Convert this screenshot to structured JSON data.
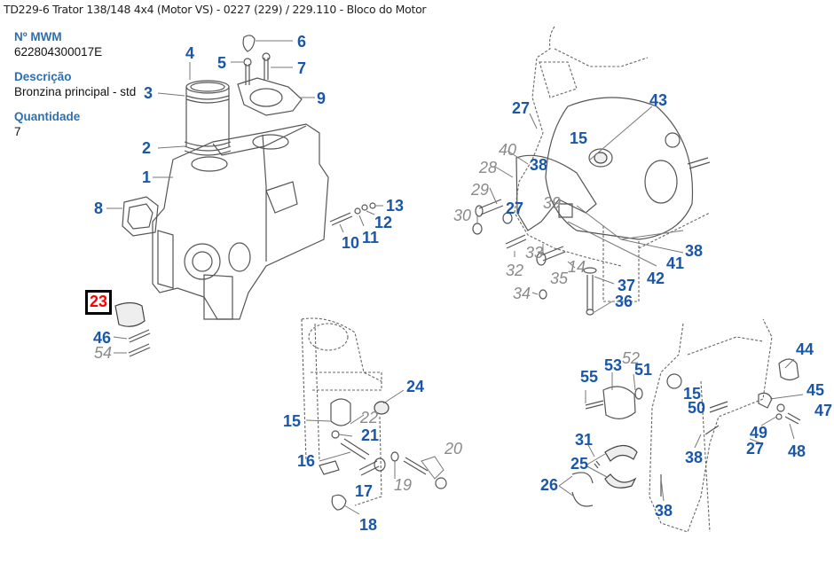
{
  "header": {
    "title": "TD229-6 Trator 138/148 4x4 (Motor VS) - 0227 (229)  /  229.110 - Bloco do Motor"
  },
  "part_info": {
    "mwm_label": "Nº MWM",
    "mwm_value": "622804300017E",
    "description_label": "Descrição",
    "description_value": "Bronzina principal - std",
    "quantity_label": "Quantidade",
    "quantity_value": "7"
  },
  "diagram": {
    "selected_callout": "23",
    "colors": {
      "callout": "#1a57a8",
      "alt_callout": "#8a8a8a",
      "selected": "#ff0000"
    },
    "callouts": [
      {
        "id": "c1",
        "label": "1",
        "style": "main"
      },
      {
        "id": "c2",
        "label": "2",
        "style": "main"
      },
      {
        "id": "c3",
        "label": "3",
        "style": "main"
      },
      {
        "id": "c4",
        "label": "4",
        "style": "main"
      },
      {
        "id": "c5",
        "label": "5",
        "style": "main"
      },
      {
        "id": "c6",
        "label": "6",
        "style": "main"
      },
      {
        "id": "c7",
        "label": "7",
        "style": "main"
      },
      {
        "id": "c8",
        "label": "8",
        "style": "main"
      },
      {
        "id": "c9",
        "label": "9",
        "style": "main"
      },
      {
        "id": "c10",
        "label": "10",
        "style": "main"
      },
      {
        "id": "c11",
        "label": "11",
        "style": "main"
      },
      {
        "id": "c12",
        "label": "12",
        "style": "main"
      },
      {
        "id": "c13",
        "label": "13",
        "style": "main"
      },
      {
        "id": "c23",
        "label": "23",
        "style": "selected"
      },
      {
        "id": "c46",
        "label": "46",
        "style": "main"
      },
      {
        "id": "c54",
        "label": "54",
        "style": "alt"
      },
      {
        "id": "c27a",
        "label": "27",
        "style": "main"
      },
      {
        "id": "c43",
        "label": "43",
        "style": "main"
      },
      {
        "id": "c15a",
        "label": "15",
        "style": "main"
      },
      {
        "id": "c40",
        "label": "40",
        "style": "alt"
      },
      {
        "id": "c38a",
        "label": "38",
        "style": "main"
      },
      {
        "id": "c28",
        "label": "28",
        "style": "alt"
      },
      {
        "id": "c29",
        "label": "29",
        "style": "alt"
      },
      {
        "id": "c30",
        "label": "30",
        "style": "alt"
      },
      {
        "id": "c39",
        "label": "39",
        "style": "alt"
      },
      {
        "id": "c27b",
        "label": "27",
        "style": "main"
      },
      {
        "id": "c38b",
        "label": "38",
        "style": "main"
      },
      {
        "id": "c33",
        "label": "33",
        "style": "alt"
      },
      {
        "id": "c32",
        "label": "32",
        "style": "alt"
      },
      {
        "id": "c41",
        "label": "41",
        "style": "main"
      },
      {
        "id": "c14",
        "label": "14",
        "style": "alt"
      },
      {
        "id": "c35",
        "label": "35",
        "style": "alt"
      },
      {
        "id": "c42",
        "label": "42",
        "style": "main"
      },
      {
        "id": "c37",
        "label": "37",
        "style": "main"
      },
      {
        "id": "c34",
        "label": "34",
        "style": "alt"
      },
      {
        "id": "c36",
        "label": "36",
        "style": "main"
      },
      {
        "id": "c24",
        "label": "24",
        "style": "main"
      },
      {
        "id": "c15b",
        "label": "15",
        "style": "main"
      },
      {
        "id": "c22",
        "label": "22",
        "style": "alt"
      },
      {
        "id": "c21",
        "label": "21",
        "style": "main"
      },
      {
        "id": "c20",
        "label": "20",
        "style": "alt"
      },
      {
        "id": "c16",
        "label": "16",
        "style": "main"
      },
      {
        "id": "c19",
        "label": "19",
        "style": "alt"
      },
      {
        "id": "c17",
        "label": "17",
        "style": "main"
      },
      {
        "id": "c18",
        "label": "18",
        "style": "main"
      },
      {
        "id": "c44",
        "label": "44",
        "style": "main"
      },
      {
        "id": "c55",
        "label": "55",
        "style": "main"
      },
      {
        "id": "c53",
        "label": "53",
        "style": "main"
      },
      {
        "id": "c52",
        "label": "52",
        "style": "alt"
      },
      {
        "id": "c51",
        "label": "51",
        "style": "main"
      },
      {
        "id": "c15c",
        "label": "15",
        "style": "main"
      },
      {
        "id": "c45",
        "label": "45",
        "style": "main"
      },
      {
        "id": "c50",
        "label": "50",
        "style": "main"
      },
      {
        "id": "c47",
        "label": "47",
        "style": "main"
      },
      {
        "id": "c49",
        "label": "49",
        "style": "main"
      },
      {
        "id": "c31",
        "label": "31",
        "style": "main"
      },
      {
        "id": "c27c",
        "label": "27",
        "style": "main"
      },
      {
        "id": "c48",
        "label": "48",
        "style": "main"
      },
      {
        "id": "c38c",
        "label": "38",
        "style": "main"
      },
      {
        "id": "c25",
        "label": "25",
        "style": "main"
      },
      {
        "id": "c26",
        "label": "26",
        "style": "main"
      },
      {
        "id": "c38d",
        "label": "38",
        "style": "main"
      }
    ]
  }
}
